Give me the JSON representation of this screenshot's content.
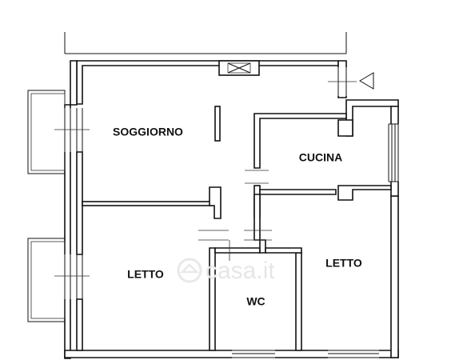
{
  "rooms": {
    "soggiorno": "SOGGIORNO",
    "cucina": "CUCINA",
    "letto_left": "LETTO",
    "letto_right": "LETTO",
    "wc": "WC"
  },
  "watermark": {
    "text": "casa.it",
    "icon": "house-logo-icon"
  },
  "colors": {
    "wall": "#111111",
    "background": "#ffffff",
    "watermark": "#e6e6e6"
  }
}
